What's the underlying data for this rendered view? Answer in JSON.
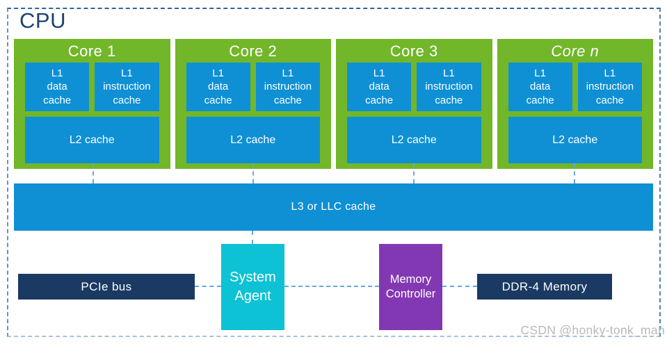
{
  "title": "CPU",
  "cores": [
    {
      "label": "Core 1"
    },
    {
      "label": "Core 2"
    },
    {
      "label": "Core 3"
    },
    {
      "label": "Core n"
    }
  ],
  "labels": {
    "l1": "L1",
    "data": "data",
    "instruction": "instruction",
    "cache": "cache",
    "l2_cache": "L2 cache",
    "l3_cache": "L3 or LLC cache"
  },
  "peripherals": {
    "pcie": "PCIe bus",
    "system_agent_line1": "System",
    "system_agent_line2": "Agent",
    "memory_controller_line1": "Memory",
    "memory_controller_line2": "Controller",
    "ddr4": "DDR-4 Memory"
  },
  "watermark": "CSDN @honky-tonk_man",
  "colors": {
    "core_green": "#72b629",
    "cache_blue": "#0f90d4",
    "box_navy": "#1a3a63",
    "system_agent_cyan": "#0cc2d4",
    "memory_controller_purple": "#8338b3",
    "connector_blue": "#62aadc",
    "outline_blue": "#4d7fb8",
    "title_navy": "#1d4170",
    "watermark_gray": "#b9b9b9"
  }
}
